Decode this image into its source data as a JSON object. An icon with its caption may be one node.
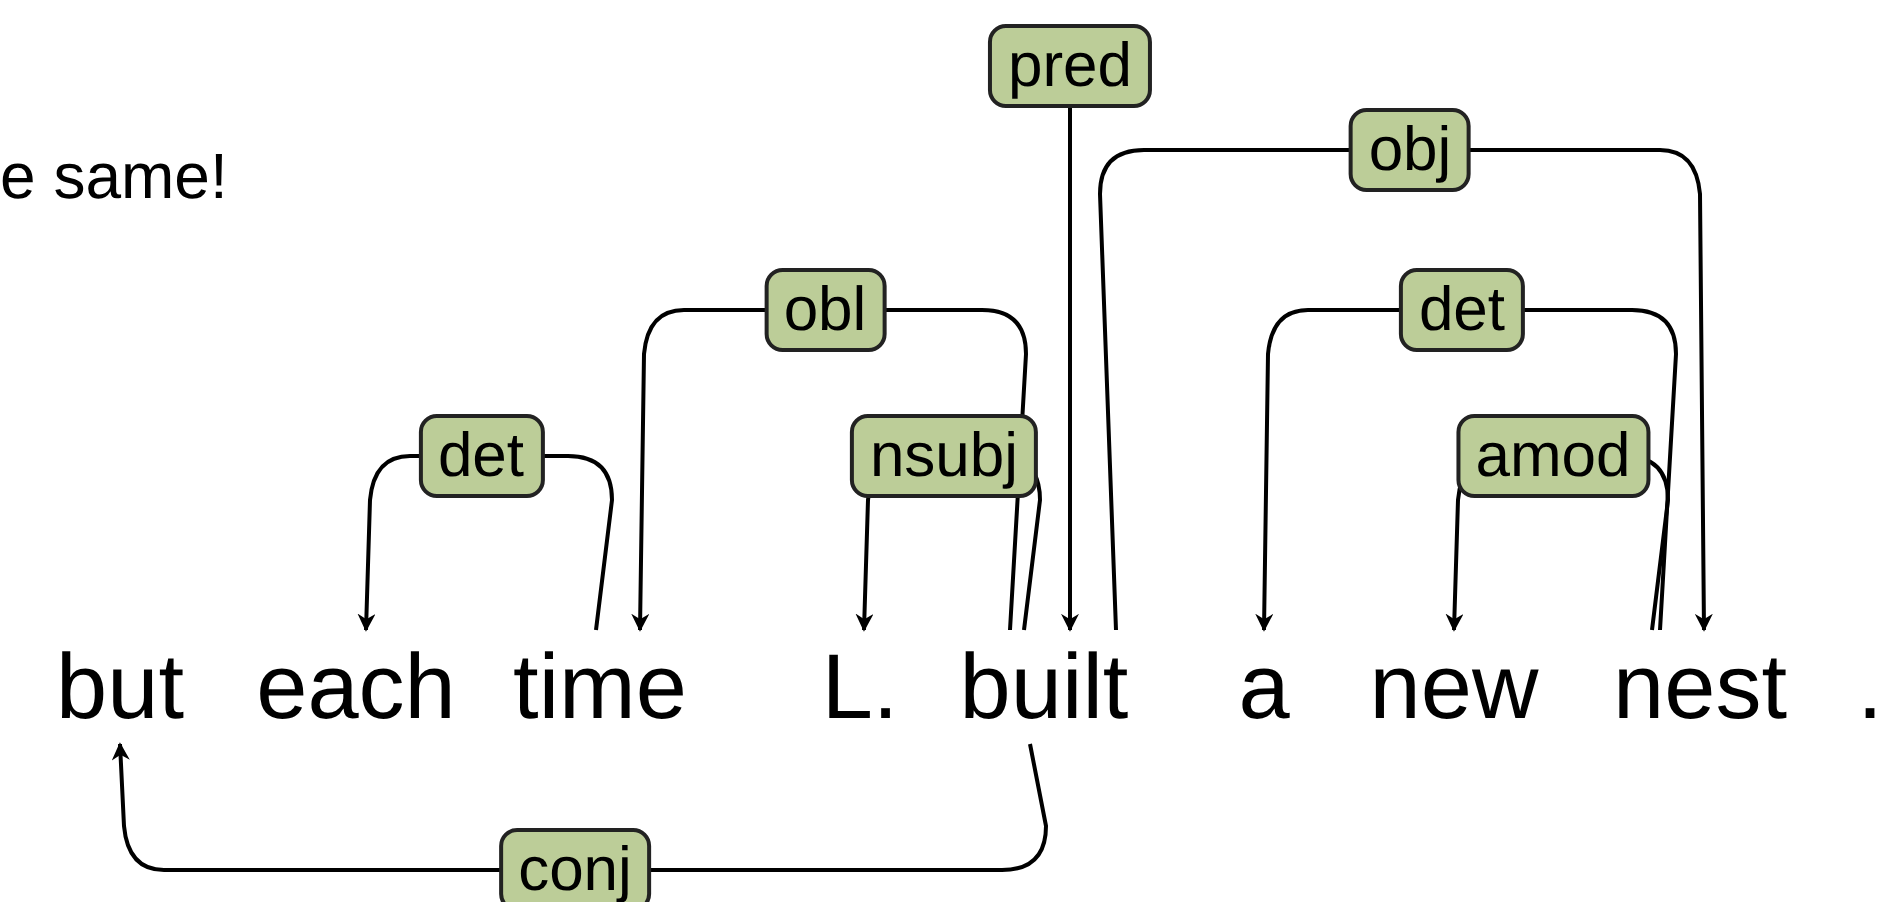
{
  "diagram": {
    "nodes": [
      {
        "text": [
          "but"
        ]
      },
      {
        "text": [
          "each"
        ]
      },
      {
        "text": [
          "time"
        ]
      },
      {
        "text": [
          "L."
        ]
      },
      {
        "text": [
          "built"
        ]
      },
      {
        "text": [
          "a"
        ]
      },
      {
        "text": [
          "new"
        ]
      },
      {
        "text": [
          "nest"
        ]
      }
    ],
    "edges": [
      {
        "from": 2,
        "to": 1,
        "arrow": "to",
        "label": "det"
      },
      {
        "from": 4,
        "to": 2,
        "arrow": "to",
        "label": "obl"
      },
      {
        "from": 4,
        "to": 3,
        "arrow": "to",
        "label": "nsubj"
      },
      {
        "from": null,
        "to": 4,
        "arrow": "to",
        "label": "pred"
      },
      {
        "from": 4,
        "to": 7,
        "arrow": "to",
        "label": "obj"
      },
      {
        "from": 7,
        "to": 5,
        "arrow": "to",
        "label": "det"
      },
      {
        "from": 7,
        "to": 6,
        "arrow": "to",
        "label": "amod"
      },
      {
        "from": 4,
        "to": 0,
        "arrow": "to",
        "label": "conj"
      }
    ],
    "labels": [
      "e same!",
      "."
    ]
  }
}
